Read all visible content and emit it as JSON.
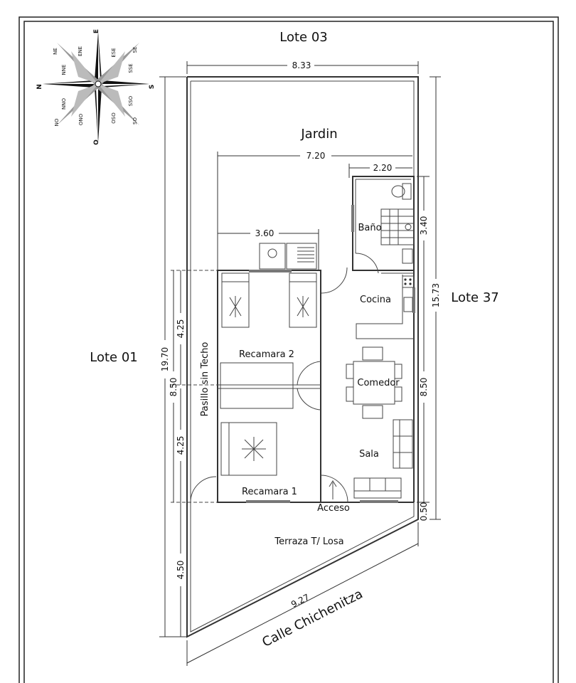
{
  "lots": {
    "top": "Lote 03",
    "left": "Lote 01",
    "right": "Lote 37"
  },
  "street": "Calle Chichenitza",
  "rooms": {
    "garden": "Jardin",
    "bath": "Baño",
    "kitchen": "Cocina",
    "dining": "Comedor",
    "living": "Sala",
    "bedroom2": "Recamara 2",
    "bedroom1": "Recamara 1",
    "corridor": "Pasillo sin Techo",
    "entrance": "Acceso",
    "terrace": "Terraza T/ Losa"
  },
  "dimensions": {
    "lot_width": "8.33",
    "house_width": "7.20",
    "bath_width": "2.20",
    "bedroom_width": "3.60",
    "bath_depth": "3.40",
    "lot_depth_right": "15.73",
    "living_depth": "8.50",
    "front_gap": "0.50",
    "lot_depth_left": "19.70",
    "bedroom2_depth": "4.25",
    "bedrooms_depth": "8.50",
    "bedroom1_depth": "4.25",
    "terrace_depth": "4.50",
    "street_front": "9.27"
  },
  "compass": {
    "N": "N",
    "S": "S",
    "E": "E",
    "O": "O",
    "NE": "NE",
    "ENE": "ENE",
    "ESE": "ESE",
    "SE": "SE",
    "NNE": "NNE",
    "SSE": "SSE",
    "NNO": "NNO",
    "SSO": "SSO",
    "ONO": "ONO",
    "OSO": "OSO",
    "NO": "NO",
    "SO": "SO"
  },
  "colors": {
    "line": "#222222",
    "window": "#777777",
    "background": "#ffffff"
  }
}
